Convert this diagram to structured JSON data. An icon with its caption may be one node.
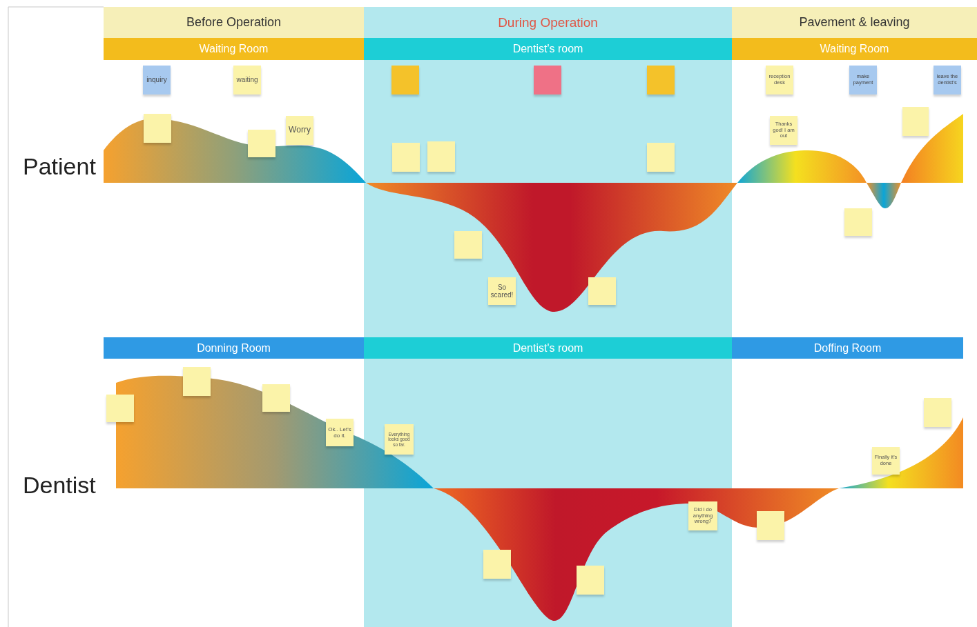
{
  "diagram": {
    "nodes": [
      {
        "text": [
          "Before Operation"
        ]
      },
      {
        "text": [
          "During Operation"
        ]
      },
      {
        "text": [
          "Pavement & leaving"
        ]
      },
      {
        "text": [
          "Waiting Room"
        ]
      },
      {
        "text": [
          "Dentist's room"
        ]
      },
      {
        "text": [
          "Waiting Room"
        ]
      },
      {
        "text": [
          "Donning Room"
        ]
      },
      {
        "text": [
          "Dentist's room"
        ]
      },
      {
        "text": [
          "Doffing Room"
        ]
      },
      {
        "text": [
          "inquiry"
        ]
      },
      {
        "text": [
          "waiting"
        ]
      },
      {
        "text": [],
        "shape": "box"
      },
      {
        "text": [],
        "shape": "box"
      },
      {
        "text": [],
        "shape": "box"
      },
      {
        "text": [
          "reception desk"
        ]
      },
      {
        "text": [
          "make payment"
        ]
      },
      {
        "text": [
          "leave the dentist's"
        ]
      },
      {
        "text": [],
        "shape": "box"
      },
      {
        "text": [],
        "shape": "box"
      },
      {
        "text": [
          "Worry"
        ]
      },
      {
        "text": [],
        "shape": "box"
      },
      {
        "text": [],
        "shape": "box"
      },
      {
        "text": [],
        "shape": "box"
      },
      {
        "text": [
          "Thanks god! I am out"
        ]
      },
      {
        "text": [],
        "shape": "box"
      },
      {
        "text": [],
        "shape": "box"
      },
      {
        "text": [],
        "shape": "box"
      },
      {
        "text": [
          "So scared!"
        ]
      },
      {
        "text": [],
        "shape": "box"
      },
      {
        "text": [],
        "shape": "box"
      },
      {
        "text": [],
        "shape": "box"
      },
      {
        "text": [],
        "shape": "box"
      },
      {
        "text": [
          "Ok.. Let's do it."
        ]
      },
      {
        "text": [
          "Everything looks good so far."
        ]
      },
      {
        "text": [],
        "shape": "box"
      },
      {
        "text": [
          "Finally it's done"
        ]
      },
      {
        "text": [
          "Did I do anything wrong?"
        ]
      },
      {
        "text": [],
        "shape": "box"
      },
      {
        "text": [],
        "shape": "box"
      },
      {
        "text": [],
        "shape": "box"
      }
    ],
    "labels": [
      "Patient",
      "Dentist"
    ]
  }
}
